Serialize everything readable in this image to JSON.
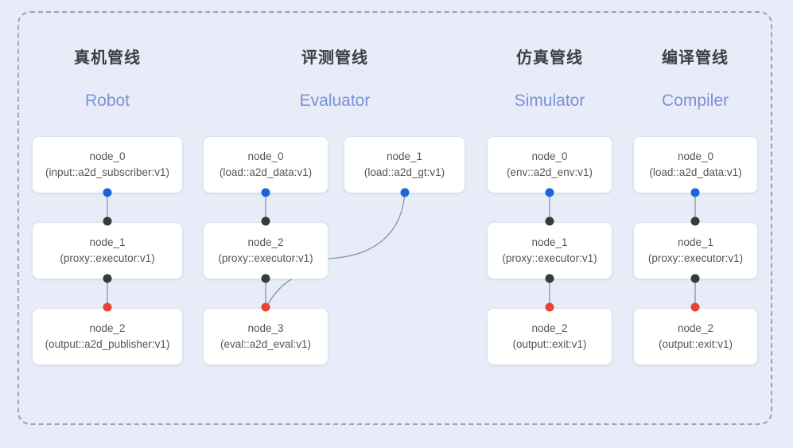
{
  "diagram": {
    "background_color": "#e7ecf8",
    "frame_border_color": "#9aa3b4",
    "port_colors": {
      "output": "#1a66d6",
      "input": "#3a3a3a",
      "terminal": "#ea4335"
    },
    "edge_color": "#8b93a3",
    "title_color": "#3c4043",
    "subtitle_color": "#7b91d9"
  },
  "columns": [
    {
      "title": "真机管线",
      "subtitle": "Robot",
      "nodes": [
        {
          "id": "node_0",
          "type": "(input::a2d_subscriber:v1)"
        },
        {
          "id": "node_1",
          "type": "(proxy::executor:v1)"
        },
        {
          "id": "node_2",
          "type": "(output::a2d_publisher:v1)"
        }
      ]
    },
    {
      "title": "评测管线",
      "subtitle": "Evaluator",
      "nodes": [
        {
          "id": "node_0",
          "type": "(load::a2d_data:v1)"
        },
        {
          "id": "node_1",
          "type": "(load::a2d_gt:v1)"
        },
        {
          "id": "node_2",
          "type": "(proxy::executor:v1)"
        },
        {
          "id": "node_3",
          "type": "(eval::a2d_eval:v1)"
        }
      ]
    },
    {
      "title": "仿真管线",
      "subtitle": "Simulator",
      "nodes": [
        {
          "id": "node_0",
          "type": "(env::a2d_env:v1)"
        },
        {
          "id": "node_1",
          "type": "(proxy::executor:v1)"
        },
        {
          "id": "node_2",
          "type": "(output::exit:v1)"
        }
      ]
    },
    {
      "title": "编译管线",
      "subtitle": "Compiler",
      "nodes": [
        {
          "id": "node_0",
          "type": "(load::a2d_data:v1)"
        },
        {
          "id": "node_1",
          "type": "(proxy::executor:v1)"
        },
        {
          "id": "node_2",
          "type": "(output::exit:v1)"
        }
      ]
    }
  ]
}
